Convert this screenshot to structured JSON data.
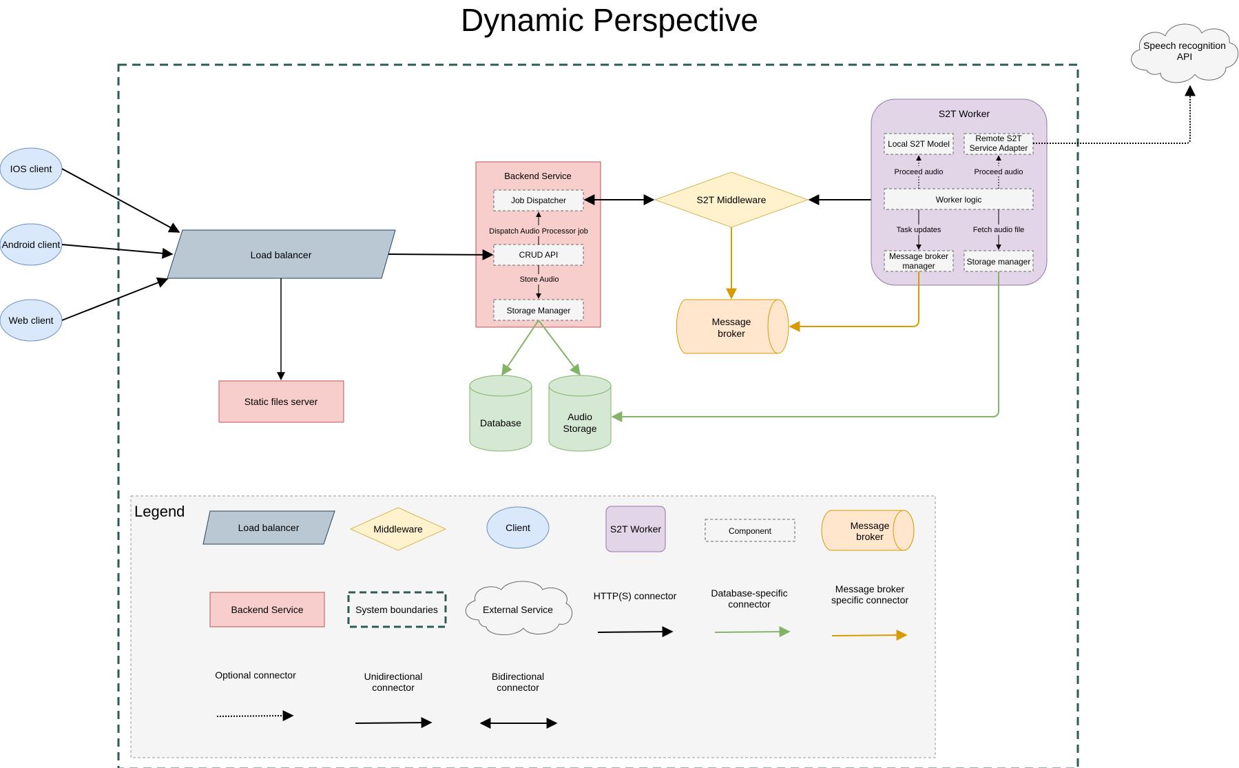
{
  "title": "Dynamic Perspective",
  "colors": {
    "client_fill": "#dae8fc",
    "client_stroke": "#6c8ebf",
    "lb_fill": "#bac8d3",
    "lb_stroke": "#23445d",
    "backend_fill": "#f8cecc",
    "backend_stroke": "#b85450",
    "middleware_fill": "#fff2cc",
    "middleware_stroke": "#d6b656",
    "worker_fill": "#e1d5e7",
    "worker_stroke": "#9673a6",
    "broker_fill": "#ffe6cc",
    "broker_stroke": "#d79b00",
    "db_fill": "#d5e8d4",
    "db_stroke": "#82b366",
    "component_fill": "#f5f5f5",
    "component_stroke": "#666666",
    "boundary_stroke": "#2e5a55",
    "legend_fill": "#f5f5f5",
    "http_arrow": "#000000",
    "db_arrow": "#82b366",
    "broker_arrow": "#d79b00"
  },
  "clients": {
    "ios": "IOS client",
    "android": "Android client",
    "web": "Web client"
  },
  "load_balancer": "Load balancer",
  "static_server": "Static files server",
  "backend": {
    "title": "Backend Service",
    "job_dispatcher": "Job Dispatcher",
    "crud_api": "CRUD API",
    "storage_manager": "Storage Manager",
    "dispatch_label": "Dispatch Audio Processor job",
    "store_label": "Store Audio"
  },
  "middleware": "S2T Middleware",
  "message_broker": {
    "line1": "Message",
    "line2": "broker"
  },
  "database": "Database",
  "audio_storage": {
    "line1": "Audio",
    "line2": "Storage"
  },
  "worker": {
    "title": "S2T Worker",
    "local_model": "Local S2T Model",
    "remote_adapter_line1": "Remote S2T",
    "remote_adapter_line2": "Service Adapter",
    "proceed_audio_1": "Proceed audio",
    "proceed_audio_2": "Proceed audio",
    "worker_logic": "Worker logic",
    "task_updates": "Task updates",
    "fetch_audio": "Fetch audio file",
    "broker_manager_line1": "Message broker",
    "broker_manager_line2": "manager",
    "storage_manager": "Storage manager"
  },
  "speech_api": {
    "line1": "Speech recognition",
    "line2": "API"
  },
  "legend": {
    "title": "Legend",
    "load_balancer": "Load balancer",
    "middleware": "Middleware",
    "client": "Client",
    "worker": "S2T Worker",
    "component": "Component",
    "broker_line1": "Message",
    "broker_line2": "broker",
    "backend": "Backend Service",
    "boundaries": "System boundaries",
    "external": "External Service",
    "http": "HTTP(S) connector",
    "db_line1": "Database-specific",
    "db_line2": "connector",
    "mb_line1": "Message broker",
    "mb_line2": "specific connector",
    "optional": "Optional connector",
    "uni_line1": "Unidirectional",
    "uni_line2": "connector",
    "bi_line1": "Bidirectional",
    "bi_line2": "connector"
  }
}
